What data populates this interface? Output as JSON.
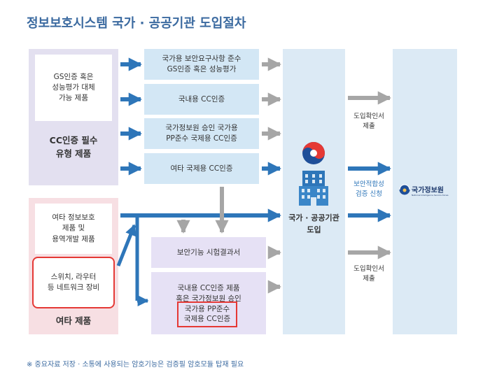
{
  "title": "정보보호시스템 국가 · 공공기관 도입절차",
  "left_top": {
    "inner_box": [
      "GS인증 혹은",
      "성능평가 대체",
      "가능 제품"
    ],
    "label": [
      "CC인증 필수",
      "유형 제품"
    ]
  },
  "left_bottom": {
    "box1": [
      "여타 정보보호",
      "제품 및",
      "용역개발 제품"
    ],
    "box2": [
      "스위치, 라우터",
      "등 네트워크 장비"
    ],
    "label": "여타 제품"
  },
  "middle": {
    "box1": [
      "국가용 보안요구사항 준수",
      "GS인증 혹은 성능평가"
    ],
    "box2": "국내용 CC인증",
    "box3": [
      "국가정보원 승인 국가용",
      "PP준수 국제용 CC인증"
    ],
    "box4": "여타 국제용 CC인증",
    "box5": "보안기능 시험결과서",
    "box6": [
      "국내용 CC인증 제품",
      "혹은 국가정보원 승인"
    ],
    "box6_highlight": [
      "국가용 PP준수",
      "국제용 CC인증"
    ]
  },
  "center": {
    "label": [
      "국가 · 공공기관",
      "도입"
    ]
  },
  "right_labels": {
    "top": [
      "도입확인서",
      "제출"
    ],
    "middle": [
      "보안적합성",
      "검증 신청"
    ],
    "bottom": [
      "도입확인서",
      "제출"
    ]
  },
  "nis_logo": {
    "text": "국가정보원",
    "subtext": "National Intelligence Service Korea"
  },
  "footnote": "※ 중요자료 저장 · 소통에 사용되는 암호기능은 검증필 암호모듈 탑재 필요",
  "colors": {
    "arrow_blue": "#2e76b9",
    "arrow_gray": "#a6a6a6",
    "highlight_red": "#e53935",
    "title": "#3b6aa0"
  }
}
